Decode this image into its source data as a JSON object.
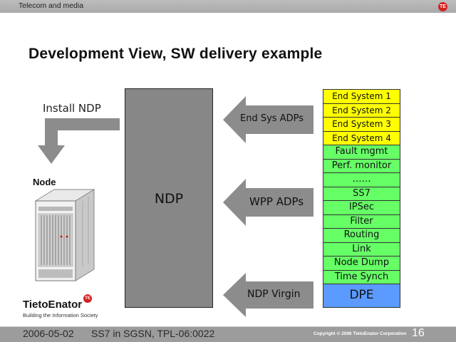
{
  "header": {
    "title": "Telecom and media",
    "logo_mark": "TE"
  },
  "slide": {
    "title": "Development View, SW delivery example"
  },
  "install": {
    "label": "Install NDP"
  },
  "node": {
    "label": "Node"
  },
  "ndp": {
    "label": "NDP"
  },
  "arrows": [
    {
      "label": "End Sys ADPs"
    },
    {
      "label": "WPP ADPs"
    },
    {
      "label": "NDP Virgin"
    }
  ],
  "stack": [
    {
      "label": "End System 1",
      "kind": "end-system"
    },
    {
      "label": "End System 2",
      "kind": "end-system"
    },
    {
      "label": "End System 3",
      "kind": "end-system"
    },
    {
      "label": "End System 4",
      "kind": "end-system"
    },
    {
      "label": "Fault mgmt",
      "kind": "wpp"
    },
    {
      "label": "Perf. monitor",
      "kind": "wpp"
    },
    {
      "label": "……",
      "kind": "wpp"
    },
    {
      "label": "SS7",
      "kind": "wpp"
    },
    {
      "label": "IPSec",
      "kind": "wpp"
    },
    {
      "label": "Filter",
      "kind": "wpp"
    },
    {
      "label": "Routing",
      "kind": "wpp"
    },
    {
      "label": "Link",
      "kind": "wpp"
    },
    {
      "label": "Node Dump",
      "kind": "wpp"
    },
    {
      "label": "Time Synch",
      "kind": "wpp"
    },
    {
      "label": "DPE",
      "kind": "dpe"
    }
  ],
  "colors": {
    "end_system": "#ffff00",
    "wpp": "#66ff66",
    "dpe": "#5b9bff",
    "ndp": "#878787",
    "arrow": "#8c8c8c"
  },
  "logo": {
    "name": "TietoEnator",
    "badge": "TE",
    "tagline": "Building the Information Society"
  },
  "footer": {
    "date": "2006-05-02",
    "doc": "SS7 in SGSN, TPL-06:0022",
    "copyright": "Copyright © 2006 TietoEnator Corporation",
    "page": "16"
  }
}
